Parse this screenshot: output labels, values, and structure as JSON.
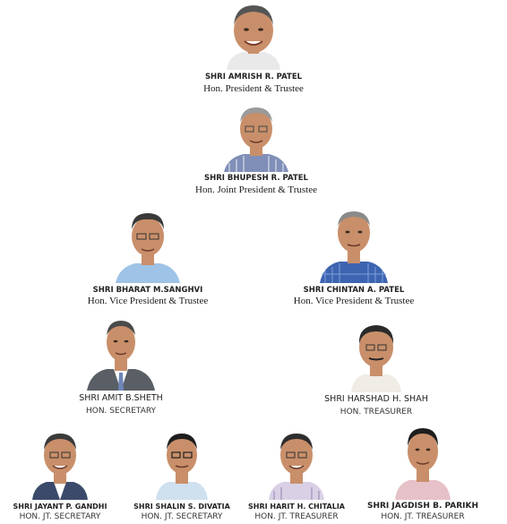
{
  "members": [
    {
      "id": "amrish",
      "name": "SHRI AMRISH R. PATEL",
      "post": "Hon. President & Trustee",
      "shirt": "#e9e9e9"
    },
    {
      "id": "bhupesh",
      "name": "SHRI BHUPESH R. PATEL",
      "post": "Hon. Joint President & Trustee",
      "shirt": "#7f8fb8"
    },
    {
      "id": "bharat",
      "name": "SHRI BHARAT M.SANGHVI",
      "post": "Hon. Vice President & Trustee",
      "shirt": "#9ec3e6"
    },
    {
      "id": "chintan",
      "name": "SHRI CHINTAN A. PATEL",
      "post": "Hon. Vice President & Trustee",
      "shirt": "#3d64b0"
    },
    {
      "id": "amit",
      "name": "SHRI AMIT B.SHETH",
      "post": "HON. SECRETARY",
      "shirt": "#5a5f66"
    },
    {
      "id": "harshad",
      "name": "SHRI HARSHAD H. SHAH",
      "post": "HON. TREASURER",
      "shirt": "#f0ece6"
    },
    {
      "id": "jayant",
      "name": "SHRI JAYANT P. GANDHI",
      "post": "HON. JT. SECRETARY",
      "shirt": "#3b4a6b"
    },
    {
      "id": "shalin",
      "name": "SHRI SHALIN S. DIVATIA",
      "post": "HON. JT. SECRETARY",
      "shirt": "#cfe0ef"
    },
    {
      "id": "harit",
      "name": "SHRI HARIT H. CHITALIA",
      "post": "HON. JT. TREASURER",
      "shirt": "#d9d0e6"
    },
    {
      "id": "jagdish",
      "name": "SHRI JAGDISH B. PARIKH",
      "post": "HON. JT. TREASURER",
      "shirt": "#e6c2c8"
    }
  ],
  "colors": {
    "skin": "#c98f6a",
    "hair": "#2a2a2a",
    "grayhair": "#9a9a9a"
  }
}
